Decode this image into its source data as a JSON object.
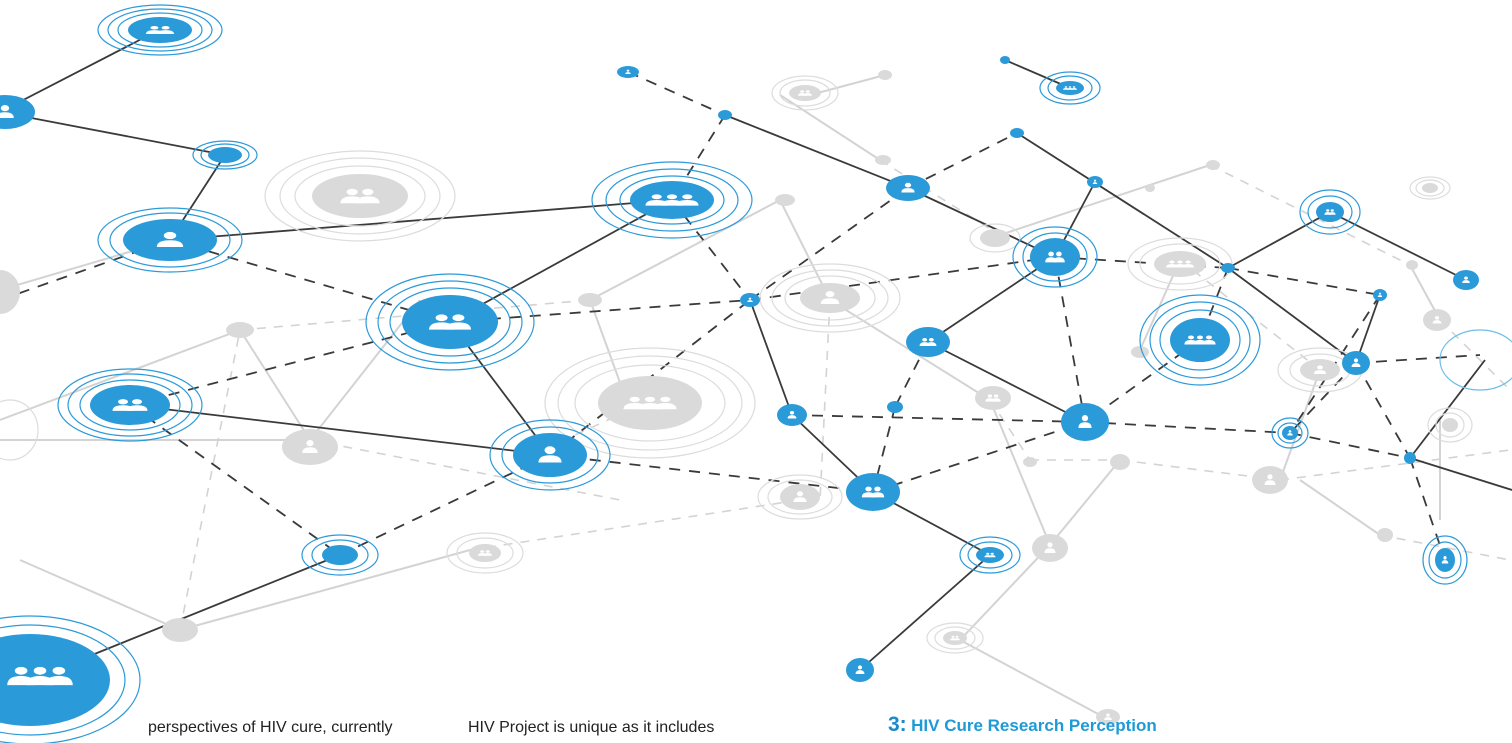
{
  "colors": {
    "accent": "#2b9ad9",
    "gray_node": "#d8d8d8",
    "line_dark": "#333333",
    "line_light": "#cfcfcf",
    "text": "#222222",
    "heading": "#1e9ad6"
  },
  "illustration": {
    "name": "people-network-graphic",
    "icons": [
      "single-person-icon",
      "pair-of-people-icon",
      "group-of-three-people-icon"
    ]
  },
  "text_columns": [
    {
      "text": "perspectives of HIV cure, currently"
    },
    {
      "text": "HIV Project is unique as it includes"
    }
  ],
  "section_heading": {
    "number": "3:",
    "title": "HIV Cure Research Perception"
  }
}
